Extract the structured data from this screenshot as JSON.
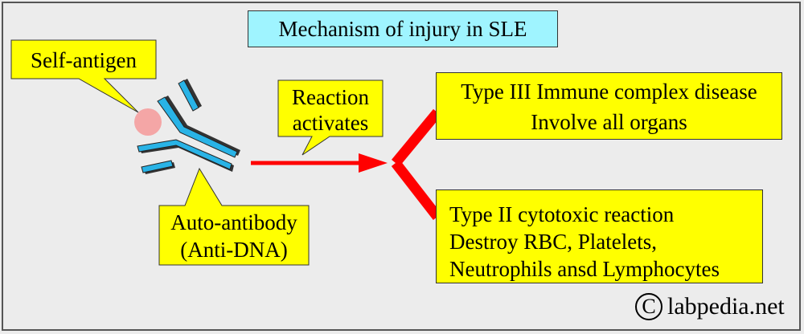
{
  "title": "Mechanism of injury in SLE",
  "self_antigen_label": "Self-antigen",
  "reaction_label_line1": "Reaction",
  "reaction_label_line2": "activates",
  "auto_antibody_line1": "Auto-antibody",
  "auto_antibody_line2": "(Anti-DNA)",
  "type3": {
    "line1": "Type III Immune complex disease",
    "line2": "Involve all organs"
  },
  "type2": {
    "line1": "Type II cytotoxic reaction",
    "line2": "Destroy RBC, Platelets,",
    "line3": "Neutrophils ansd Lymphocytes"
  },
  "copyright": {
    "symbol": "C",
    "text": "labpedia.net"
  },
  "colors": {
    "title_bg": "#9ff4ff",
    "callout_bg": "#ffff00",
    "arrow": "#ff0000",
    "antibody_fill": "#29b3e6",
    "antibody_shadow": "#333333",
    "antigen": "#f4a6a6",
    "background": "#ececec"
  }
}
